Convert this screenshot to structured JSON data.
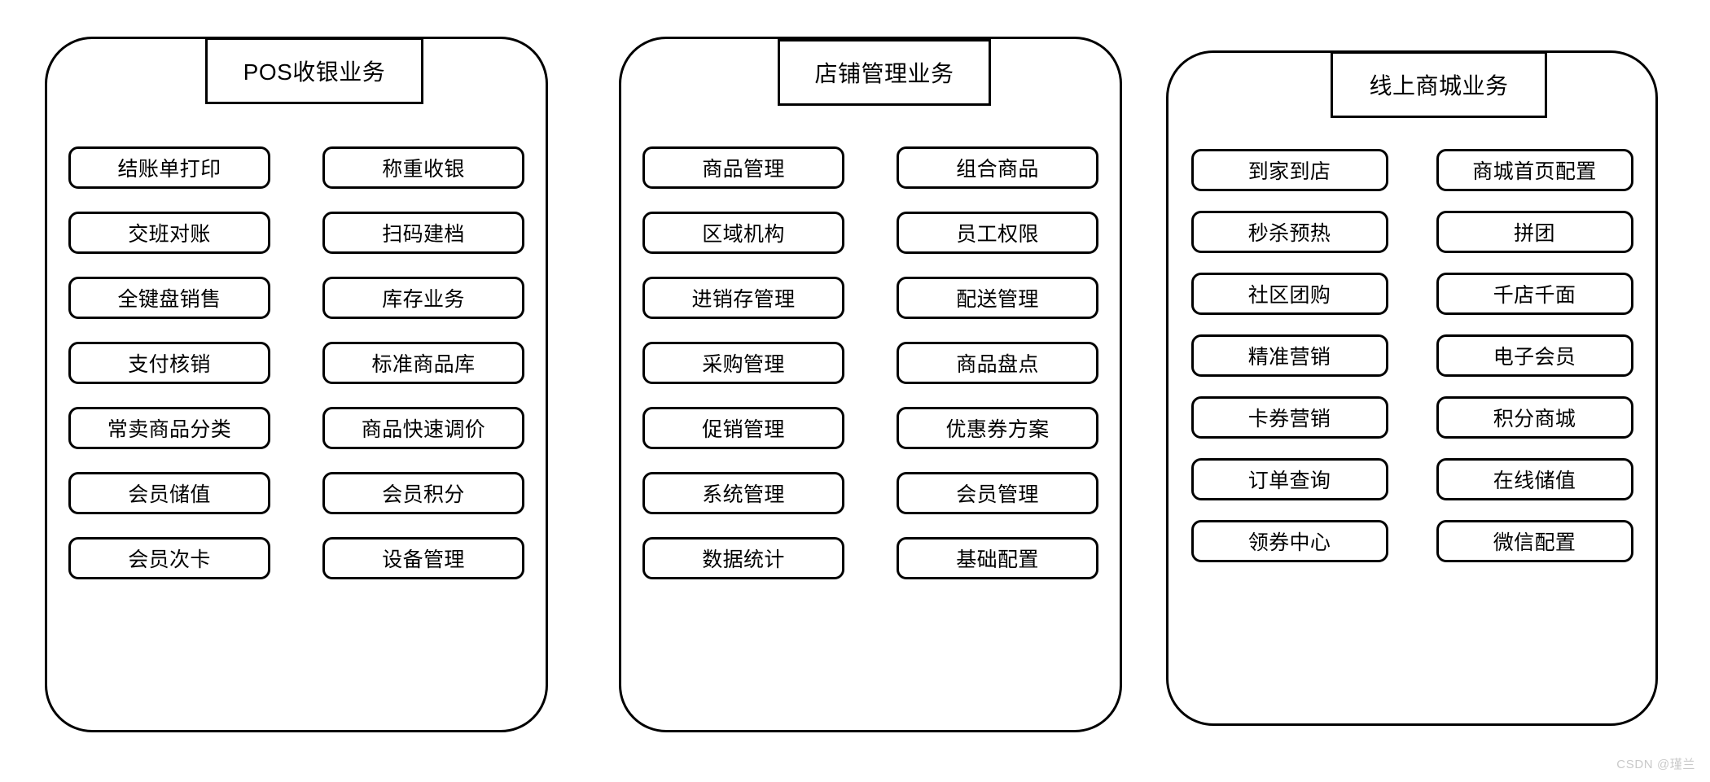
{
  "diagram": {
    "background_color": "#ffffff",
    "stroke_color": "#000000",
    "text_color": "#000000",
    "panels": [
      {
        "title": "POS收银业务",
        "items": [
          "结账单打印",
          "称重收银",
          "交班对账",
          "扫码建档",
          "全键盘销售",
          "库存业务",
          "支付核销",
          "标准商品库",
          "常卖商品分类",
          "商品快速调价",
          "会员储值",
          "会员积分",
          "会员次卡",
          "设备管理"
        ]
      },
      {
        "title": "店铺管理业务",
        "items": [
          "商品管理",
          "组合商品",
          "区域机构",
          "员工权限",
          "进销存管理",
          "配送管理",
          "采购管理",
          "商品盘点",
          "促销管理",
          "优惠券方案",
          "系统管理",
          "会员管理",
          "数据统计",
          "基础配置"
        ]
      },
      {
        "title": "线上商城业务",
        "items": [
          "到家到店",
          "商城首页配置",
          "秒杀预热",
          "拼团",
          "社区团购",
          "千店千面",
          "精准营销",
          "电子会员",
          "卡券营销",
          "积分商城",
          "订单查询",
          "在线储值",
          "领券中心",
          "微信配置"
        ]
      }
    ]
  },
  "watermark": {
    "text": "CSDN @瑾兰",
    "color": "#c9c9c9"
  }
}
